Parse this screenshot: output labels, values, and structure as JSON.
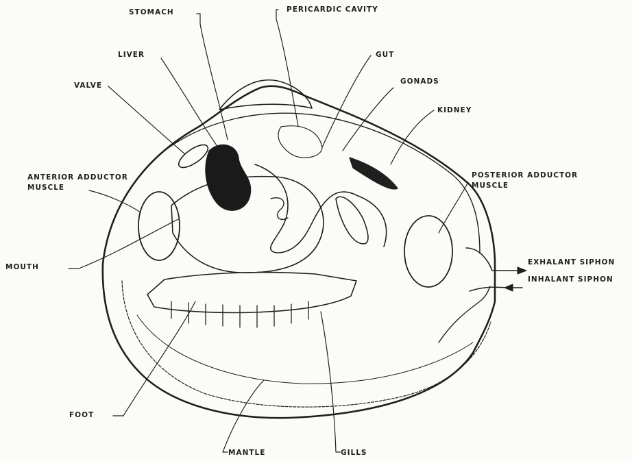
{
  "labels": {
    "stomach": "STOMACH",
    "pericardic_cavity": "PERICARDIC CAVITY",
    "liver": "LIVER",
    "gut": "GUT",
    "gonads": "GONADS",
    "valve": "VALVE",
    "kidney": "KIDNEY",
    "anterior_adductor_line1": "ANTERIOR ADDUCTOR",
    "anterior_adductor_line2": "MUSCLE",
    "posterior_adductor_line1": "POSTERIOR ADDUCTOR",
    "posterior_adductor_line2": "MUSCLE",
    "mouth": "MOUTH",
    "exhalant_siphon": "EXHALANT SIPHON",
    "inhalant_siphon": "INHALANT SIPHON",
    "foot": "FOOT",
    "mantle": "MANTLE",
    "gills": "GILLS"
  },
  "colors": {
    "ink": "#1f1f1f",
    "paper": "#fbfbf8",
    "organ_dark": "#1a1a1a"
  }
}
